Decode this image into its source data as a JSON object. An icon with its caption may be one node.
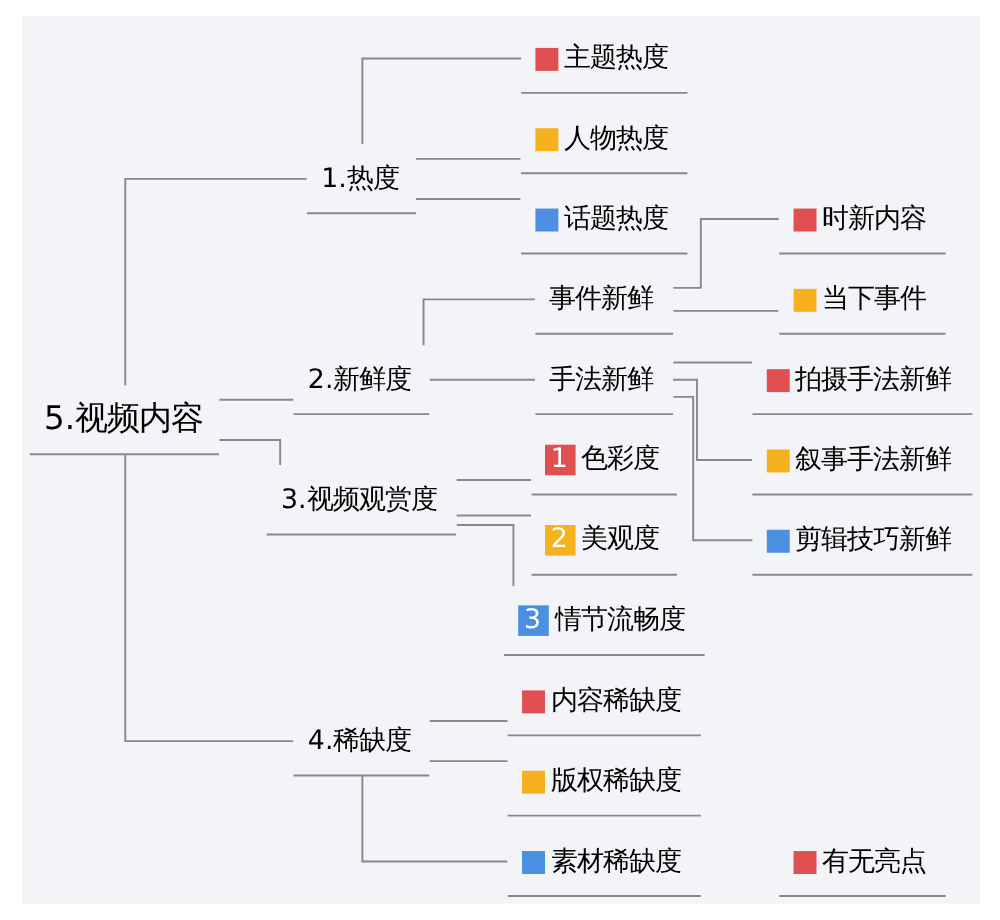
{
  "diagram": {
    "nodes": [
      {
        "text": [
          "5.视频内容"
        ]
      },
      {
        "text": [
          "1.热度"
        ]
      },
      {
        "text": [
          "主题热度"
        ]
      },
      {
        "text": [
          "人物热度"
        ]
      },
      {
        "text": [
          "话题热度"
        ]
      },
      {
        "text": [
          "2.新鲜度"
        ]
      },
      {
        "text": [
          "事件新鲜"
        ]
      },
      {
        "text": [
          "时新内容"
        ]
      },
      {
        "text": [
          "当下事件"
        ]
      },
      {
        "text": [
          "手法新鲜"
        ]
      },
      {
        "text": [
          "拍摄手法新鲜"
        ]
      },
      {
        "text": [
          "叙事手法新鲜"
        ]
      },
      {
        "text": [
          "剪辑技巧新鲜"
        ]
      },
      {
        "text": [
          "3.视频观赏度"
        ]
      },
      {
        "text": [
          "1",
          "色彩度"
        ]
      },
      {
        "text": [
          "2",
          "美观度"
        ]
      },
      {
        "text": [
          "3",
          "情节流畅度"
        ]
      },
      {
        "text": [
          "4.稀缺度"
        ]
      },
      {
        "text": [
          "内容稀缺度"
        ]
      },
      {
        "text": [
          "版权稀缺度"
        ]
      },
      {
        "text": [
          "素材稀缺度"
        ]
      },
      {
        "text": [
          "有无亮点"
        ]
      }
    ],
    "edges": [
      {
        "from": 0,
        "to": 1,
        "arrow": "none"
      },
      {
        "from": 1,
        "to": 2,
        "arrow": "none"
      },
      {
        "from": 1,
        "to": 3,
        "arrow": "none"
      },
      {
        "from": 1,
        "to": 4,
        "arrow": "none"
      },
      {
        "from": 0,
        "to": 5,
        "arrow": "none"
      },
      {
        "from": 5,
        "to": 6,
        "arrow": "none"
      },
      {
        "from": 6,
        "to": 7,
        "arrow": "none"
      },
      {
        "from": 6,
        "to": 8,
        "arrow": "none"
      },
      {
        "from": 5,
        "to": 9,
        "arrow": "none"
      },
      {
        "from": 9,
        "to": 10,
        "arrow": "none"
      },
      {
        "from": 9,
        "to": 11,
        "arrow": "none"
      },
      {
        "from": 9,
        "to": 12,
        "arrow": "none"
      },
      {
        "from": 0,
        "to": 13,
        "arrow": "none"
      },
      {
        "from": 13,
        "to": 14,
        "arrow": "none"
      },
      {
        "from": 13,
        "to": 15,
        "arrow": "none"
      },
      {
        "from": 13,
        "to": 16,
        "arrow": "none"
      },
      {
        "from": 0,
        "to": 17,
        "arrow": "none"
      },
      {
        "from": 17,
        "to": 18,
        "arrow": "none"
      },
      {
        "from": 17,
        "to": 19,
        "arrow": "none"
      },
      {
        "from": 17,
        "to": 20,
        "arrow": "none"
      }
    ]
  }
}
